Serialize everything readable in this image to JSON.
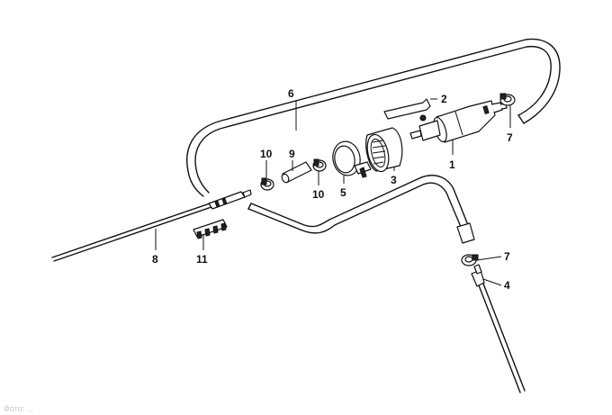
{
  "diagram": {
    "callouts": [
      {
        "id": "c1",
        "label": "1"
      },
      {
        "id": "c2",
        "label": "2"
      },
      {
        "id": "c3",
        "label": "3"
      },
      {
        "id": "c4",
        "label": "4"
      },
      {
        "id": "c5",
        "label": "5"
      },
      {
        "id": "c6",
        "label": "6"
      },
      {
        "id": "c7a",
        "label": "7"
      },
      {
        "id": "c7b",
        "label": "7"
      },
      {
        "id": "c8",
        "label": "8"
      },
      {
        "id": "c9",
        "label": "9"
      },
      {
        "id": "c10a",
        "label": "10"
      },
      {
        "id": "c10b",
        "label": "10"
      },
      {
        "id": "c11",
        "label": "11"
      }
    ],
    "watermark": "Фото: ..."
  },
  "colors": {
    "line": "#111111",
    "background": "#ffffff"
  }
}
